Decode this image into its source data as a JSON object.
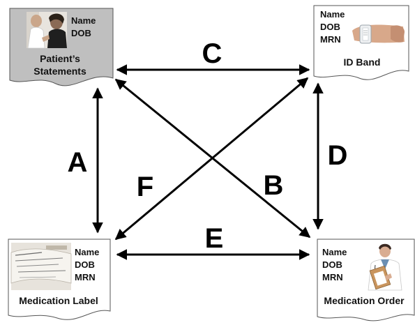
{
  "nodes": {
    "patient": {
      "fields": [
        "Name",
        "DOB"
      ],
      "title_lines": [
        "Patient’s",
        "Statements"
      ]
    },
    "idband": {
      "fields": [
        "Name",
        "DOB",
        "MRN"
      ],
      "title_lines": [
        "ID Band"
      ]
    },
    "medlabel": {
      "fields": [
        "Name",
        "DOB",
        "MRN"
      ],
      "title_lines": [
        "Medication Label"
      ]
    },
    "medorder": {
      "fields": [
        "Name",
        "DOB",
        "MRN"
      ],
      "title_lines": [
        "Medication Order"
      ]
    }
  },
  "edges": [
    {
      "id": "A",
      "label": "A",
      "from": "patient",
      "to": "medlabel"
    },
    {
      "id": "B",
      "label": "B",
      "from": "patient",
      "to": "medorder"
    },
    {
      "id": "C",
      "label": "C",
      "from": "patient",
      "to": "idband"
    },
    {
      "id": "D",
      "label": "D",
      "from": "idband",
      "to": "medorder"
    },
    {
      "id": "E",
      "label": "E",
      "from": "medlabel",
      "to": "medorder"
    },
    {
      "id": "F",
      "label": "F",
      "from": "medlabel",
      "to": "idband"
    }
  ],
  "colors": {
    "patient_doc_fill": "#bfbfbf",
    "doc_fill": "#ffffff",
    "stroke": "#000000"
  },
  "icons": {
    "patient": "patient-photo-icon",
    "idband": "wristband-photo-icon",
    "medlabel": "medication-label-photo-icon",
    "medorder": "doctor-clipboard-photo-icon"
  }
}
